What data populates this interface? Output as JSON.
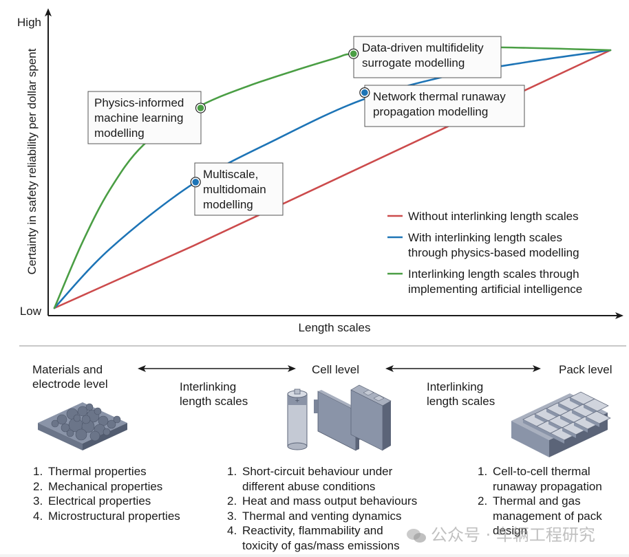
{
  "chart_data": {
    "type": "line",
    "title": "",
    "xlabel": "Length scales",
    "ylabel": "Certainty in safety reliability per dollar spent",
    "y_tick_labels": {
      "low": "Low",
      "high": "High"
    },
    "x_range": [
      0,
      1
    ],
    "y_range": [
      0,
      1
    ],
    "grid": false,
    "legend_position": "right-middle",
    "series": [
      {
        "name": "Without interlinking length scales",
        "color": "#cc4b4c",
        "x": [
          0,
          0.25,
          0.5,
          0.75,
          1.0
        ],
        "y": [
          0,
          0.21,
          0.43,
          0.65,
          0.87
        ]
      },
      {
        "name": "With interlinking length scales through physics-based modelling",
        "color": "#1d74b6",
        "x": [
          0,
          0.1,
          0.25,
          0.4,
          0.55,
          0.7,
          0.85,
          1.0
        ],
        "y": [
          0,
          0.2,
          0.42,
          0.57,
          0.7,
          0.78,
          0.83,
          0.87
        ]
      },
      {
        "name": "Interlinking length scales through implementing artificial intelligence",
        "color": "#4a9e44",
        "x": [
          0,
          0.05,
          0.1,
          0.16,
          0.25,
          0.35,
          0.5,
          0.55,
          0.75,
          1.0
        ],
        "y": [
          0,
          0.22,
          0.4,
          0.55,
          0.67,
          0.75,
          0.84,
          0.86,
          0.88,
          0.87
        ]
      }
    ],
    "annotations": [
      {
        "text": [
          "Physics-informed",
          "machine learning",
          "modelling"
        ],
        "series": 2,
        "x": 0.263,
        "y": 0.675
      },
      {
        "text": [
          "Data-driven multifidelity",
          "surrogate modelling"
        ],
        "series": 2,
        "x": 0.538,
        "y": 0.858
      },
      {
        "text": [
          "Multiscale,",
          "multidomain",
          "modelling"
        ],
        "series": 1,
        "x": 0.254,
        "y": 0.425
      },
      {
        "text": [
          "Network thermal runaway",
          "propagation modelling"
        ],
        "series": 1,
        "x": 0.558,
        "y": 0.727
      }
    ]
  },
  "levels": {
    "materials": {
      "title": [
        "Materials and",
        "electrode level"
      ],
      "icon": "electrode-particles-icon",
      "items": [
        "Thermal properties",
        "Mechanical properties",
        "Electrical properties",
        "Microstructural properties"
      ]
    },
    "link1": {
      "label": [
        "Interlinking",
        "length scales"
      ]
    },
    "cell": {
      "title": [
        "Cell level"
      ],
      "icon": "battery-cells-icon",
      "items": [
        [
          "Short-circuit behaviour under",
          "different abuse conditions"
        ],
        [
          "Heat and mass output behaviours"
        ],
        [
          "Thermal and venting dynamics"
        ],
        [
          "Reactivity, flammability and",
          "toxicity of gas/mass emissions"
        ]
      ]
    },
    "link2": {
      "label": [
        "Interlinking",
        "length scales"
      ]
    },
    "pack": {
      "title": [
        "Pack level"
      ],
      "icon": "battery-pack-icon",
      "items": [
        [
          "Cell-to-cell thermal",
          "runaway propagation"
        ],
        [
          "Thermal and gas",
          "management of pack",
          "design"
        ]
      ]
    }
  },
  "watermark": {
    "text": "公众号 · 车辆工程研究",
    "icon": "wechat-icon"
  }
}
